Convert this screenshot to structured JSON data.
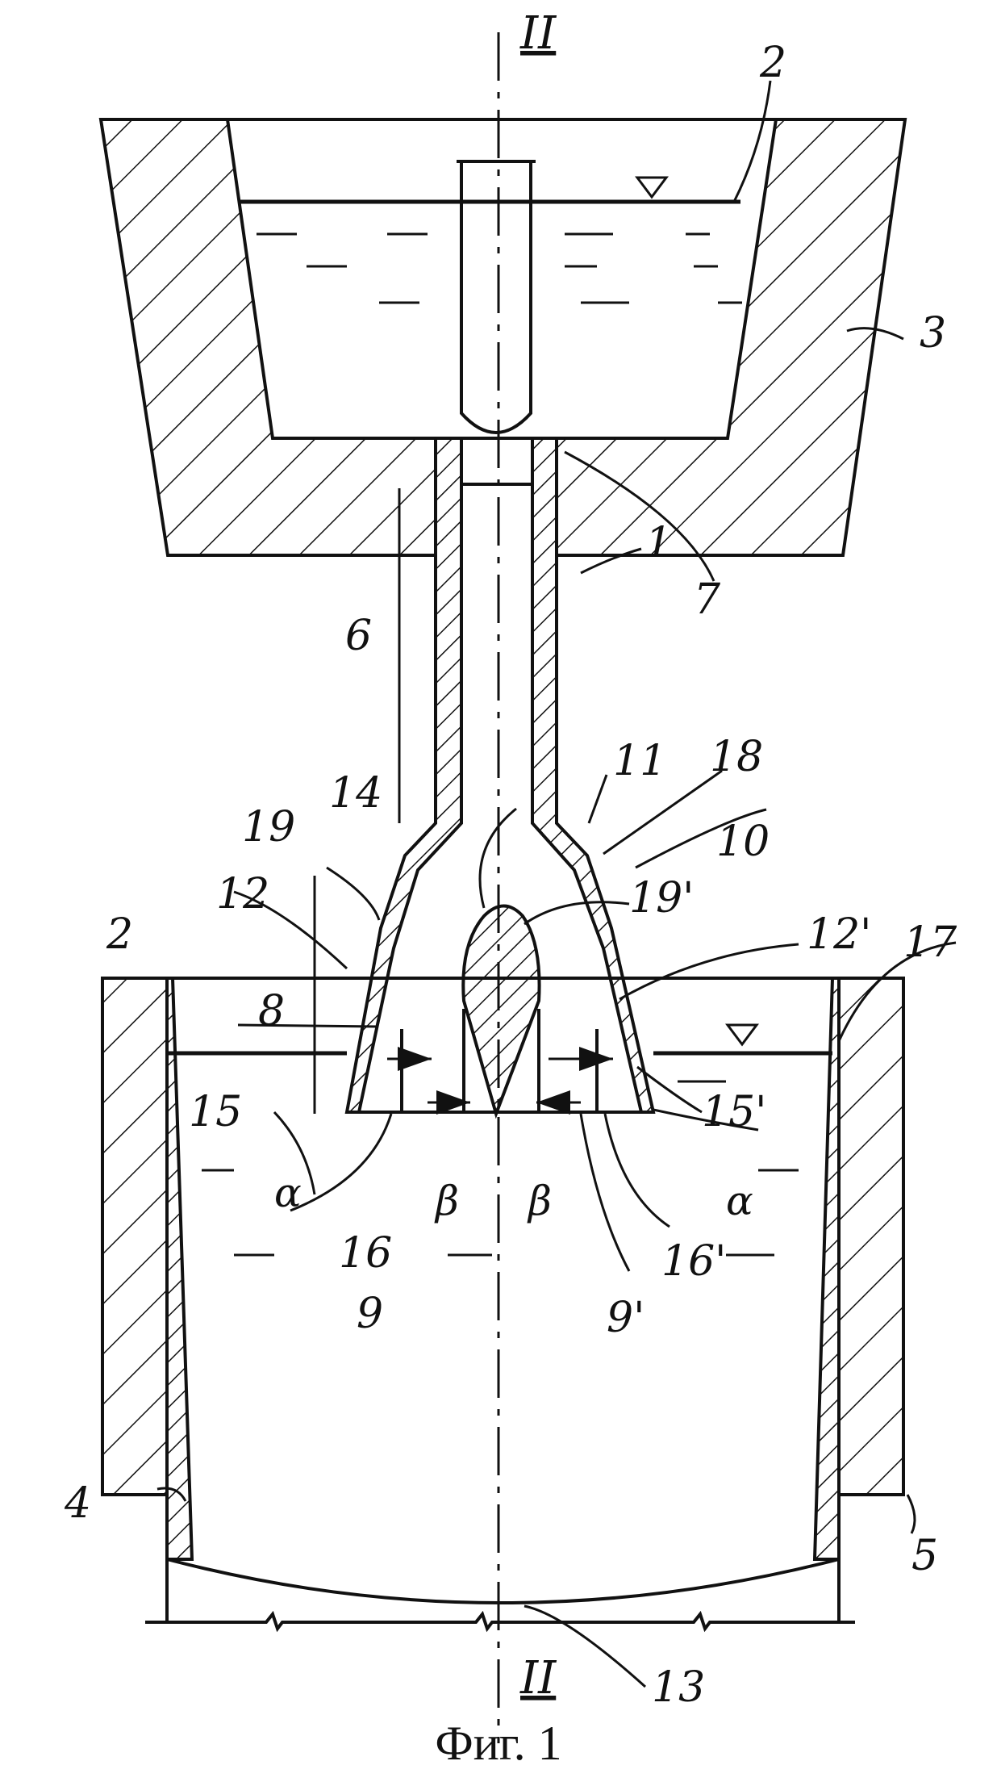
{
  "axis": {
    "label_top": "II",
    "label_bottom": "II"
  },
  "labels": {
    "l1": "1",
    "l2_top": "2",
    "l2_bottom": "2",
    "l3": "3",
    "l4": "4",
    "l5": "5",
    "l6": "6",
    "l7": "7",
    "l8": "8",
    "l9": "9",
    "l9p": "9'",
    "l10": "10",
    "l11": "11",
    "l12": "12",
    "l12p": "12'",
    "l13": "13",
    "l14": "14",
    "l15": "15",
    "l15p": "15'",
    "l16": "16",
    "l16p": "16'",
    "l17": "17",
    "l18": "18",
    "l19": "19",
    "l19p": "19'"
  },
  "angles": {
    "alpha_left": "α",
    "alpha_right": "α",
    "beta_left": "β",
    "beta_right": "β"
  },
  "caption": "Фиг. 1"
}
